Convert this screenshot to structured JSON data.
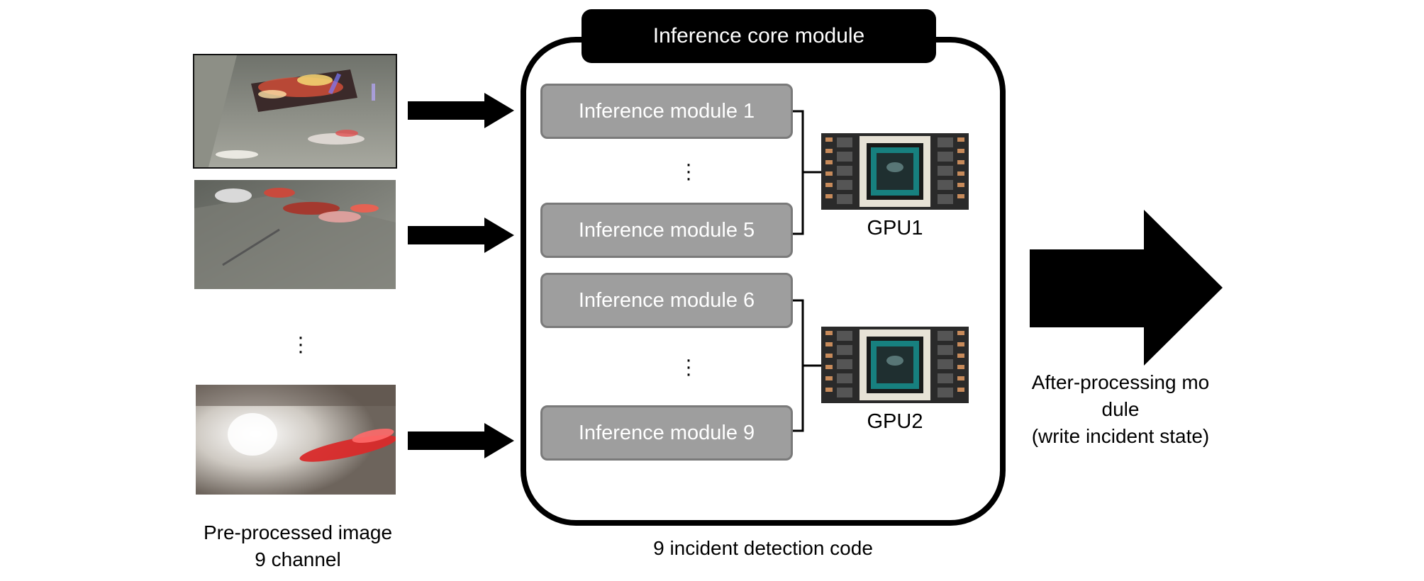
{
  "core": {
    "title": "Inference core module",
    "caption": "9 incident detection code"
  },
  "modules": [
    {
      "label": "Inference module 1"
    },
    {
      "label": "Inference module 5"
    },
    {
      "label": "Inference module 6"
    },
    {
      "label": "Inference module 9"
    }
  ],
  "gpus": [
    {
      "label": "GPU1"
    },
    {
      "label": "GPU2"
    }
  ],
  "inputs": {
    "caption_line1": "Pre-processed image",
    "caption_line2": "9 channel"
  },
  "output": {
    "line1": "After-processing mo",
    "line2": "dule",
    "line3": "(write incident state)"
  },
  "colors": {
    "module_fill": "#9e9e9e",
    "module_border": "#7a7a7a",
    "arrow": "#000000",
    "header_fill": "#000000",
    "chip_die": "#17807f",
    "board": "#2a2a2a"
  }
}
